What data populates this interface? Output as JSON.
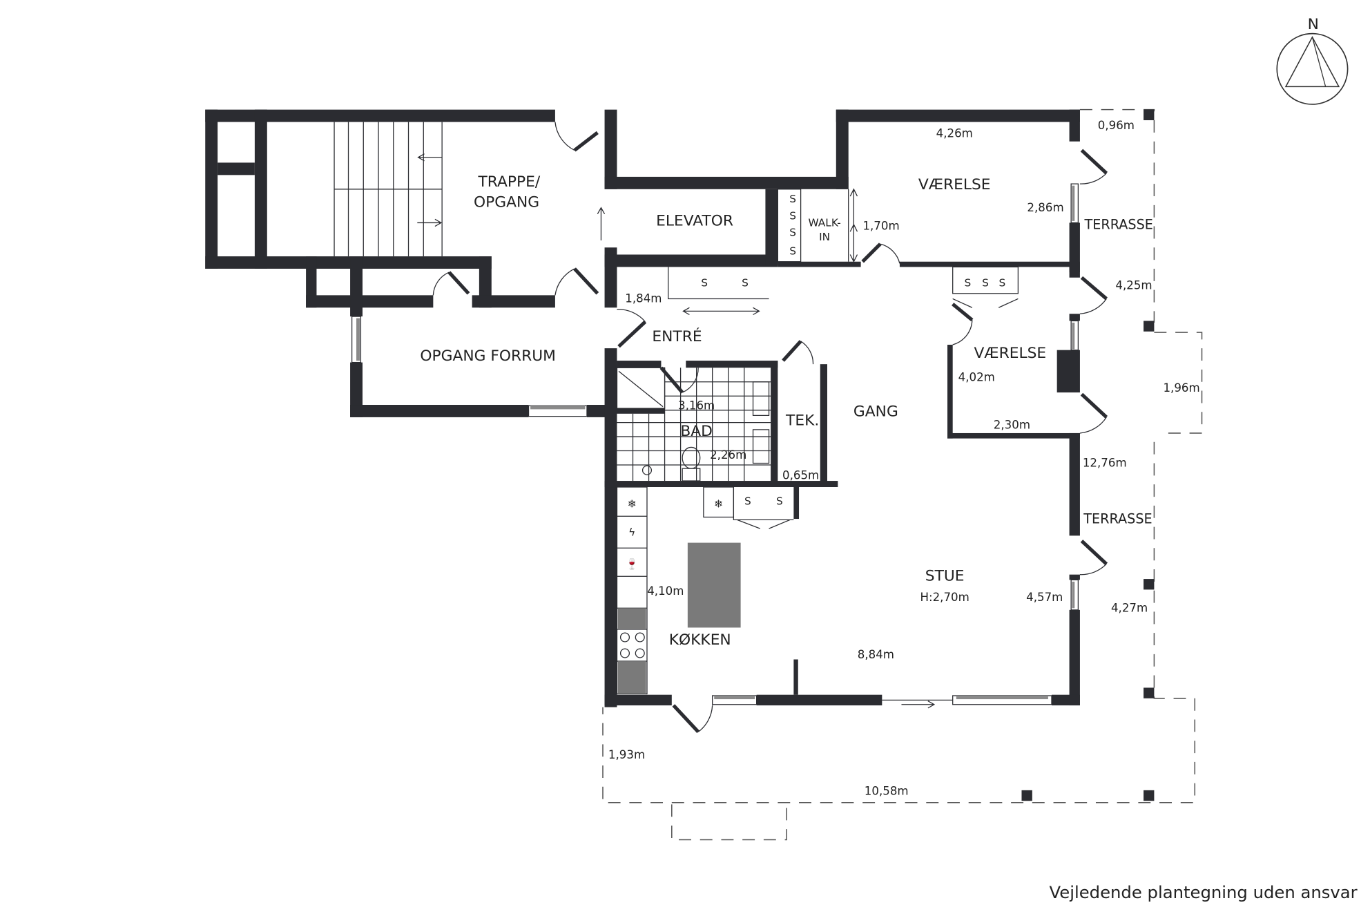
{
  "plan": {
    "rooms": {
      "trappe_1": "TRAPPE/",
      "trappe_2": "OPGANG",
      "elevator": "ELEVATOR",
      "walkin_1": "WALK-",
      "walkin_2": "IN",
      "vaerelse1": "VÆRELSE",
      "vaerelse2": "VÆRELSE",
      "terrasse1": "TERRASSE",
      "terrasse2": "TERRASSE",
      "opgang_forrum": "OPGANG FORRUM",
      "entre": "ENTRÉ",
      "bad": "BAD",
      "tek": "TEK.",
      "gang": "GANG",
      "stue": "STUE",
      "stue_height": "H:2,70m",
      "kokken": "KØKKEN"
    },
    "storage_mark": "S",
    "dimensions": {
      "d426": "4,26m",
      "d096": "0,96m",
      "d286": "2,86m",
      "d170": "1,70m",
      "d425": "4,25m",
      "d184": "1,84m",
      "d402": "4,02m",
      "d196": "1,96m",
      "d230": "2,30m",
      "d316": "3,16m",
      "d226": "2,26m",
      "d065": "0,65m",
      "d1276": "12,76m",
      "d410": "4,10m",
      "d457": "4,57m",
      "d427": "4,27m",
      "d884": "8,84m",
      "d193": "1,93m",
      "d1058": "10,58m"
    },
    "compass_label": "N",
    "disclaimer": "Vejledende plantegning uden ansvar",
    "colors": {
      "wall": "#2b2c31",
      "island": "#7a7a7a"
    }
  }
}
